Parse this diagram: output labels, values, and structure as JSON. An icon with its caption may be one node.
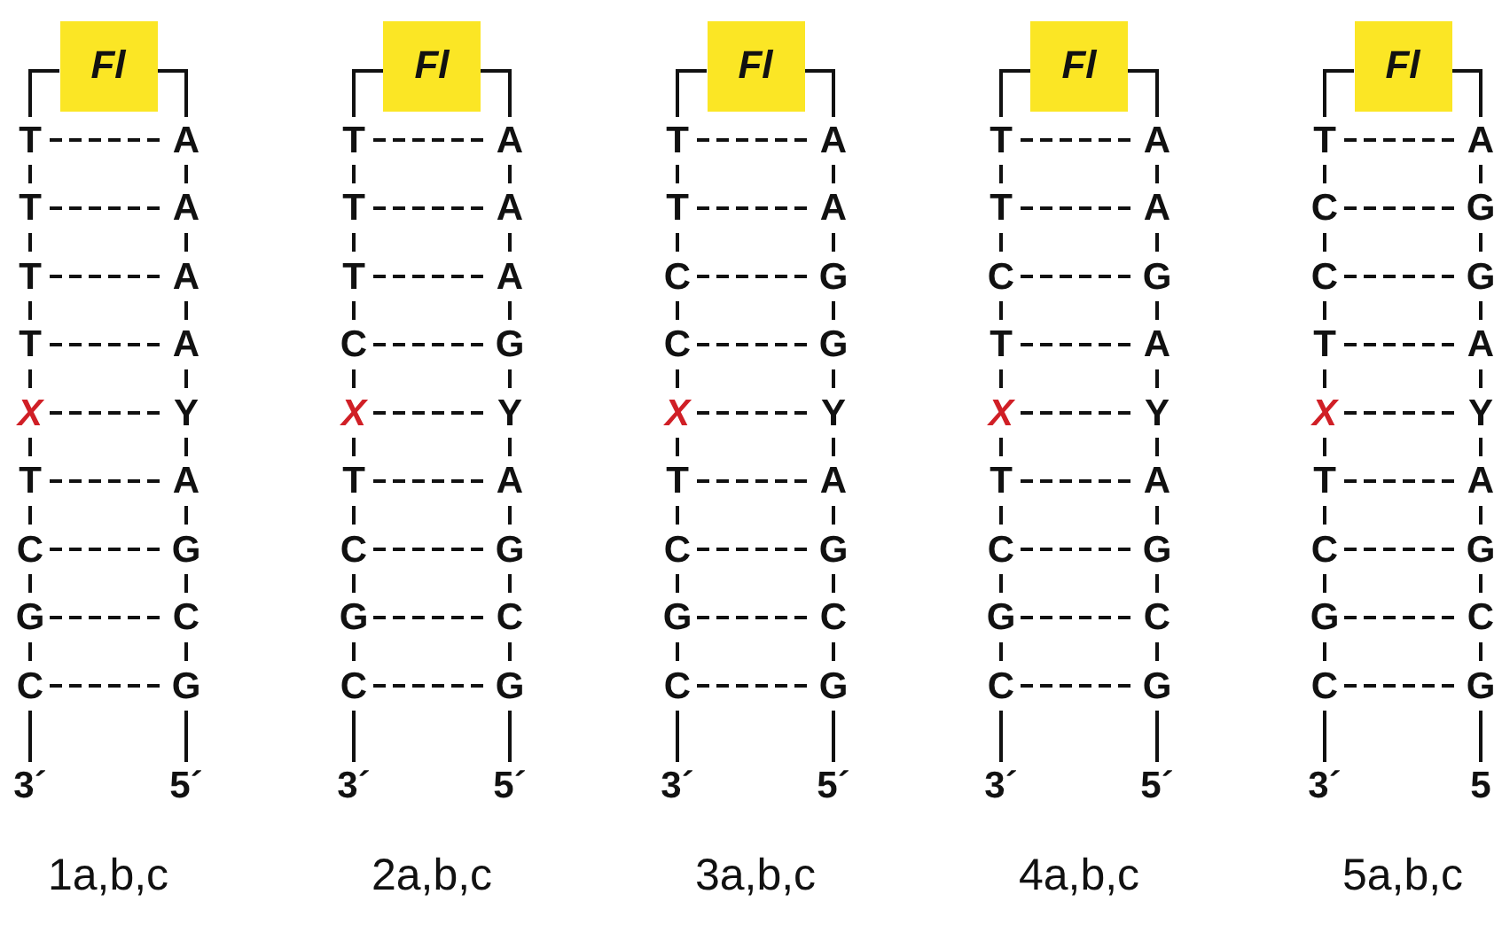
{
  "diagram": {
    "nodes": [
      {
        "text": [
          "Fl"
        ]
      },
      {
        "text": [
          "T"
        ]
      },
      {
        "text": [
          "A"
        ]
      },
      {
        "text": [
          "T"
        ]
      },
      {
        "text": [
          "A"
        ]
      },
      {
        "text": [
          "T"
        ]
      },
      {
        "text": [
          "A"
        ]
      },
      {
        "text": [
          "T"
        ]
      },
      {
        "text": [
          "A"
        ]
      },
      {
        "text": [
          "X"
        ]
      },
      {
        "text": [
          "Y"
        ]
      },
      {
        "text": [
          "T"
        ]
      },
      {
        "text": [
          "A"
        ]
      },
      {
        "text": [
          "C"
        ]
      },
      {
        "text": [
          "G"
        ]
      },
      {
        "text": [
          "G"
        ]
      },
      {
        "text": [
          "C"
        ]
      },
      {
        "text": [
          "C"
        ]
      },
      {
        "text": [
          "G"
        ]
      },
      {
        "text": [
          "3´"
        ]
      },
      {
        "text": [
          "5´"
        ]
      },
      {
        "text": [
          "Fl"
        ]
      },
      {
        "text": [
          "T"
        ]
      },
      {
        "text": [
          "A"
        ]
      },
      {
        "text": [
          "T"
        ]
      },
      {
        "text": [
          "A"
        ]
      },
      {
        "text": [
          "T"
        ]
      },
      {
        "text": [
          "A"
        ]
      },
      {
        "text": [
          "C"
        ]
      },
      {
        "text": [
          "G"
        ]
      },
      {
        "text": [
          "X"
        ]
      },
      {
        "text": [
          "Y"
        ]
      },
      {
        "text": [
          "T"
        ]
      },
      {
        "text": [
          "A"
        ]
      },
      {
        "text": [
          "C"
        ]
      },
      {
        "text": [
          "G"
        ]
      },
      {
        "text": [
          "G"
        ]
      },
      {
        "text": [
          "C"
        ]
      },
      {
        "text": [
          "C"
        ]
      },
      {
        "text": [
          "G"
        ]
      },
      {
        "text": [
          "3´"
        ]
      },
      {
        "text": [
          "5´"
        ]
      },
      {
        "text": [
          "Fl"
        ]
      },
      {
        "text": [
          "T"
        ]
      },
      {
        "text": [
          "A"
        ]
      },
      {
        "text": [
          "T"
        ]
      },
      {
        "text": [
          "A"
        ]
      },
      {
        "text": [
          "C"
        ]
      },
      {
        "text": [
          "G"
        ]
      },
      {
        "text": [
          "C"
        ]
      },
      {
        "text": [
          "G"
        ]
      },
      {
        "text": [
          "X"
        ]
      },
      {
        "text": [
          "Y"
        ]
      },
      {
        "text": [
          "T"
        ]
      },
      {
        "text": [
          "A"
        ]
      },
      {
        "text": [
          "C"
        ]
      },
      {
        "text": [
          "G"
        ]
      },
      {
        "text": [
          "G"
        ]
      },
      {
        "text": [
          "C"
        ]
      },
      {
        "text": [
          "C"
        ]
      },
      {
        "text": [
          "G"
        ]
      },
      {
        "text": [
          "3´"
        ]
      },
      {
        "text": [
          "5´"
        ]
      },
      {
        "text": [
          "Fl"
        ]
      },
      {
        "text": [
          "T"
        ]
      },
      {
        "text": [
          "A"
        ]
      },
      {
        "text": [
          "T"
        ]
      },
      {
        "text": [
          "A"
        ]
      },
      {
        "text": [
          "C"
        ]
      },
      {
        "text": [
          "G"
        ]
      },
      {
        "text": [
          "T"
        ]
      },
      {
        "text": [
          "A"
        ]
      },
      {
        "text": [
          "X"
        ]
      },
      {
        "text": [
          "Y"
        ]
      },
      {
        "text": [
          "T"
        ]
      },
      {
        "text": [
          "A"
        ]
      },
      {
        "text": [
          "C"
        ]
      },
      {
        "text": [
          "G"
        ]
      },
      {
        "text": [
          "G"
        ]
      },
      {
        "text": [
          "C"
        ]
      },
      {
        "text": [
          "C"
        ]
      },
      {
        "text": [
          "G"
        ]
      },
      {
        "text": [
          "3´"
        ]
      },
      {
        "text": [
          "5´"
        ]
      },
      {
        "text": [
          "Fl"
        ]
      },
      {
        "text": [
          "T"
        ]
      },
      {
        "text": [
          "A"
        ]
      },
      {
        "text": [
          "C"
        ]
      },
      {
        "text": [
          "G"
        ]
      },
      {
        "text": [
          "C"
        ]
      },
      {
        "text": [
          "G"
        ]
      },
      {
        "text": [
          "T"
        ]
      },
      {
        "text": [
          "A"
        ]
      },
      {
        "text": [
          "X"
        ]
      },
      {
        "text": [
          "Y"
        ]
      },
      {
        "text": [
          "T"
        ]
      },
      {
        "text": [
          "A"
        ]
      },
      {
        "text": [
          "C"
        ]
      },
      {
        "text": [
          "G"
        ]
      },
      {
        "text": [
          "G"
        ]
      },
      {
        "text": [
          "C"
        ]
      },
      {
        "text": [
          "C"
        ]
      },
      {
        "text": [
          "G"
        ]
      },
      {
        "text": [
          "3´"
        ]
      },
      {
        "text": [
          "5"
        ]
      }
    ],
    "edges": [
      {
        "from": 0,
        "to": 1,
        "arrow": "none"
      },
      {
        "from": 0,
        "to": 2,
        "arrow": "none"
      },
      {
        "from": 1,
        "to": 2,
        "arrow": "none",
        "style": "dashed"
      },
      {
        "from": 3,
        "to": 4,
        "arrow": "none",
        "style": "dashed"
      },
      {
        "from": 5,
        "to": 6,
        "arrow": "none",
        "style": "dashed"
      },
      {
        "from": 7,
        "to": 8,
        "arrow": "none",
        "style": "dashed"
      },
      {
        "from": 9,
        "to": 10,
        "arrow": "none",
        "style": "dashed"
      },
      {
        "from": 11,
        "to": 12,
        "arrow": "none",
        "style": "dashed"
      },
      {
        "from": 13,
        "to": 14,
        "arrow": "none",
        "style": "dashed"
      },
      {
        "from": 15,
        "to": 16,
        "arrow": "none",
        "style": "dashed"
      },
      {
        "from": 17,
        "to": 18,
        "arrow": "none",
        "style": "dashed"
      },
      {
        "from": 1,
        "to": 3,
        "arrow": "none"
      },
      {
        "from": 3,
        "to": 5,
        "arrow": "none"
      },
      {
        "from": 5,
        "to": 7,
        "arrow": "none"
      },
      {
        "from": 7,
        "to": 9,
        "arrow": "none"
      },
      {
        "from": 9,
        "to": 11,
        "arrow": "none"
      },
      {
        "from": 11,
        "to": 13,
        "arrow": "none"
      },
      {
        "from": 13,
        "to": 15,
        "arrow": "none"
      },
      {
        "from": 15,
        "to": 17,
        "arrow": "none"
      },
      {
        "from": 17,
        "to": 19,
        "arrow": "none"
      },
      {
        "from": 2,
        "to": 4,
        "arrow": "none"
      },
      {
        "from": 4,
        "to": 6,
        "arrow": "none"
      },
      {
        "from": 6,
        "to": 8,
        "arrow": "none"
      },
      {
        "from": 8,
        "to": 10,
        "arrow": "none"
      },
      {
        "from": 10,
        "to": 12,
        "arrow": "none"
      },
      {
        "from": 12,
        "to": 14,
        "arrow": "none"
      },
      {
        "from": 14,
        "to": 16,
        "arrow": "none"
      },
      {
        "from": 16,
        "to": 18,
        "arrow": "none"
      },
      {
        "from": 18,
        "to": 20,
        "arrow": "none"
      },
      {
        "from": 21,
        "to": 22,
        "arrow": "none"
      },
      {
        "from": 21,
        "to": 23,
        "arrow": "none"
      },
      {
        "from": 22,
        "to": 23,
        "arrow": "none",
        "style": "dashed"
      },
      {
        "from": 24,
        "to": 25,
        "arrow": "none",
        "style": "dashed"
      },
      {
        "from": 26,
        "to": 27,
        "arrow": "none",
        "style": "dashed"
      },
      {
        "from": 28,
        "to": 29,
        "arrow": "none",
        "style": "dashed"
      },
      {
        "from": 30,
        "to": 31,
        "arrow": "none",
        "style": "dashed"
      },
      {
        "from": 32,
        "to": 33,
        "arrow": "none",
        "style": "dashed"
      },
      {
        "from": 34,
        "to": 35,
        "arrow": "none",
        "style": "dashed"
      },
      {
        "from": 36,
        "to": 37,
        "arrow": "none",
        "style": "dashed"
      },
      {
        "from": 38,
        "to": 39,
        "arrow": "none",
        "style": "dashed"
      },
      {
        "from": 22,
        "to": 24,
        "arrow": "none"
      },
      {
        "from": 24,
        "to": 26,
        "arrow": "none"
      },
      {
        "from": 26,
        "to": 28,
        "arrow": "none"
      },
      {
        "from": 28,
        "to": 30,
        "arrow": "none"
      },
      {
        "from": 30,
        "to": 32,
        "arrow": "none"
      },
      {
        "from": 32,
        "to": 34,
        "arrow": "none"
      },
      {
        "from": 34,
        "to": 36,
        "arrow": "none"
      },
      {
        "from": 36,
        "to": 38,
        "arrow": "none"
      },
      {
        "from": 38,
        "to": 40,
        "arrow": "none"
      },
      {
        "from": 23,
        "to": 25,
        "arrow": "none"
      },
      {
        "from": 25,
        "to": 27,
        "arrow": "none"
      },
      {
        "from": 27,
        "to": 29,
        "arrow": "none"
      },
      {
        "from": 29,
        "to": 31,
        "arrow": "none"
      },
      {
        "from": 31,
        "to": 33,
        "arrow": "none"
      },
      {
        "from": 33,
        "to": 35,
        "arrow": "none"
      },
      {
        "from": 35,
        "to": 37,
        "arrow": "none"
      },
      {
        "from": 37,
        "to": 39,
        "arrow": "none"
      },
      {
        "from": 39,
        "to": 41,
        "arrow": "none"
      },
      {
        "from": 42,
        "to": 43,
        "arrow": "none"
      },
      {
        "from": 42,
        "to": 44,
        "arrow": "none"
      },
      {
        "from": 43,
        "to": 44,
        "arrow": "none",
        "style": "dashed"
      },
      {
        "from": 45,
        "to": 46,
        "arrow": "none",
        "style": "dashed"
      },
      {
        "from": 47,
        "to": 48,
        "arrow": "none",
        "style": "dashed"
      },
      {
        "from": 49,
        "to": 50,
        "arrow": "none",
        "style": "dashed"
      },
      {
        "from": 51,
        "to": 52,
        "arrow": "none",
        "style": "dashed"
      },
      {
        "from": 53,
        "to": 54,
        "arrow": "none",
        "style": "dashed"
      },
      {
        "from": 55,
        "to": 56,
        "arrow": "none",
        "style": "dashed"
      },
      {
        "from": 57,
        "to": 58,
        "arrow": "none",
        "style": "dashed"
      },
      {
        "from": 59,
        "to": 60,
        "arrow": "none",
        "style": "dashed"
      },
      {
        "from": 43,
        "to": 45,
        "arrow": "none"
      },
      {
        "from": 45,
        "to": 47,
        "arrow": "none"
      },
      {
        "from": 47,
        "to": 49,
        "arrow": "none"
      },
      {
        "from": 49,
        "to": 51,
        "arrow": "none"
      },
      {
        "from": 51,
        "to": 53,
        "arrow": "none"
      },
      {
        "from": 53,
        "to": 55,
        "arrow": "none"
      },
      {
        "from": 55,
        "to": 57,
        "arrow": "none"
      },
      {
        "from": 57,
        "to": 59,
        "arrow": "none"
      },
      {
        "from": 59,
        "to": 61,
        "arrow": "none"
      },
      {
        "from": 44,
        "to": 46,
        "arrow": "none"
      },
      {
        "from": 46,
        "to": 48,
        "arrow": "none"
      },
      {
        "from": 48,
        "to": 50,
        "arrow": "none"
      },
      {
        "from": 50,
        "to": 52,
        "arrow": "none"
      },
      {
        "from": 52,
        "to": 54,
        "arrow": "none"
      },
      {
        "from": 54,
        "to": 56,
        "arrow": "none"
      },
      {
        "from": 56,
        "to": 58,
        "arrow": "none"
      },
      {
        "from": 58,
        "to": 60,
        "arrow": "none"
      },
      {
        "from": 60,
        "to": 62,
        "arrow": "none"
      },
      {
        "from": 63,
        "to": 64,
        "arrow": "none"
      },
      {
        "from": 63,
        "to": 65,
        "arrow": "none"
      },
      {
        "from": 64,
        "to": 65,
        "arrow": "none",
        "style": "dashed"
      },
      {
        "from": 66,
        "to": 67,
        "arrow": "none",
        "style": "dashed"
      },
      {
        "from": 68,
        "to": 69,
        "arrow": "none",
        "style": "dashed"
      },
      {
        "from": 70,
        "to": 71,
        "arrow": "none",
        "style": "dashed"
      },
      {
        "from": 72,
        "to": 73,
        "arrow": "none",
        "style": "dashed"
      },
      {
        "from": 74,
        "to": 75,
        "arrow": "none",
        "style": "dashed"
      },
      {
        "from": 76,
        "to": 77,
        "arrow": "none",
        "style": "dashed"
      },
      {
        "from": 78,
        "to": 79,
        "arrow": "none",
        "style": "dashed"
      },
      {
        "from": 80,
        "to": 81,
        "arrow": "none",
        "style": "dashed"
      },
      {
        "from": 64,
        "to": 66,
        "arrow": "none"
      },
      {
        "from": 66,
        "to": 68,
        "arrow": "none"
      },
      {
        "from": 68,
        "to": 70,
        "arrow": "none"
      },
      {
        "from": 70,
        "to": 72,
        "arrow": "none"
      },
      {
        "from": 72,
        "to": 74,
        "arrow": "none"
      },
      {
        "from": 74,
        "to": 76,
        "arrow": "none"
      },
      {
        "from": 76,
        "to": 78,
        "arrow": "none"
      },
      {
        "from": 78,
        "to": 80,
        "arrow": "none"
      },
      {
        "from": 80,
        "to": 82,
        "arrow": "none"
      },
      {
        "from": 65,
        "to": 67,
        "arrow": "none"
      },
      {
        "from": 67,
        "to": 69,
        "arrow": "none"
      },
      {
        "from": 69,
        "to": 71,
        "arrow": "none"
      },
      {
        "from": 71,
        "to": 73,
        "arrow": "none"
      },
      {
        "from": 73,
        "to": 75,
        "arrow": "none"
      },
      {
        "from": 75,
        "to": 77,
        "arrow": "none"
      },
      {
        "from": 77,
        "to": 79,
        "arrow": "none"
      },
      {
        "from": 79,
        "to": 81,
        "arrow": "none"
      },
      {
        "from": 81,
        "to": 83,
        "arrow": "none"
      },
      {
        "from": 84,
        "to": 85,
        "arrow": "none"
      },
      {
        "from": 84,
        "to": 86,
        "arrow": "none"
      },
      {
        "from": 85,
        "to": 86,
        "arrow": "none",
        "style": "dashed"
      },
      {
        "from": 87,
        "to": 88,
        "arrow": "none",
        "style": "dashed"
      },
      {
        "from": 89,
        "to": 90,
        "arrow": "none",
        "style": "dashed"
      },
      {
        "from": 91,
        "to": 92,
        "arrow": "none",
        "style": "dashed"
      },
      {
        "from": 93,
        "to": 94,
        "arrow": "none",
        "style": "dashed"
      },
      {
        "from": 95,
        "to": 96,
        "arrow": "none",
        "style": "dashed"
      },
      {
        "from": 97,
        "to": 98,
        "arrow": "none",
        "style": "dashed"
      },
      {
        "from": 99,
        "to": 100,
        "arrow": "none",
        "style": "dashed"
      },
      {
        "from": 101,
        "to": 102,
        "arrow": "none",
        "style": "dashed"
      },
      {
        "from": 85,
        "to": 87,
        "arrow": "none"
      },
      {
        "from": 87,
        "to": 89,
        "arrow": "none"
      },
      {
        "from": 89,
        "to": 91,
        "arrow": "none"
      },
      {
        "from": 91,
        "to": 93,
        "arrow": "none"
      },
      {
        "from": 93,
        "to": 95,
        "arrow": "none"
      },
      {
        "from": 95,
        "to": 97,
        "arrow": "none"
      },
      {
        "from": 97,
        "to": 99,
        "arrow": "none"
      },
      {
        "from": 99,
        "to": 101,
        "arrow": "none"
      },
      {
        "from": 101,
        "to": 103,
        "arrow": "none"
      },
      {
        "from": 86,
        "to": 88,
        "arrow": "none"
      },
      {
        "from": 88,
        "to": 90,
        "arrow": "none"
      },
      {
        "from": 90,
        "to": 92,
        "arrow": "none"
      },
      {
        "from": 92,
        "to": 94,
        "arrow": "none"
      },
      {
        "from": 94,
        "to": 96,
        "arrow": "none"
      },
      {
        "from": 96,
        "to": 98,
        "arrow": "none"
      },
      {
        "from": 98,
        "to": 100,
        "arrow": "none"
      },
      {
        "from": 100,
        "to": 102,
        "arrow": "none"
      },
      {
        "from": 102,
        "to": 104,
        "arrow": "none"
      }
    ],
    "labels": [
      "1a,b,c",
      "2a,b,c",
      "3a,b,c",
      "4a,b,c",
      "5a,b,c"
    ]
  }
}
